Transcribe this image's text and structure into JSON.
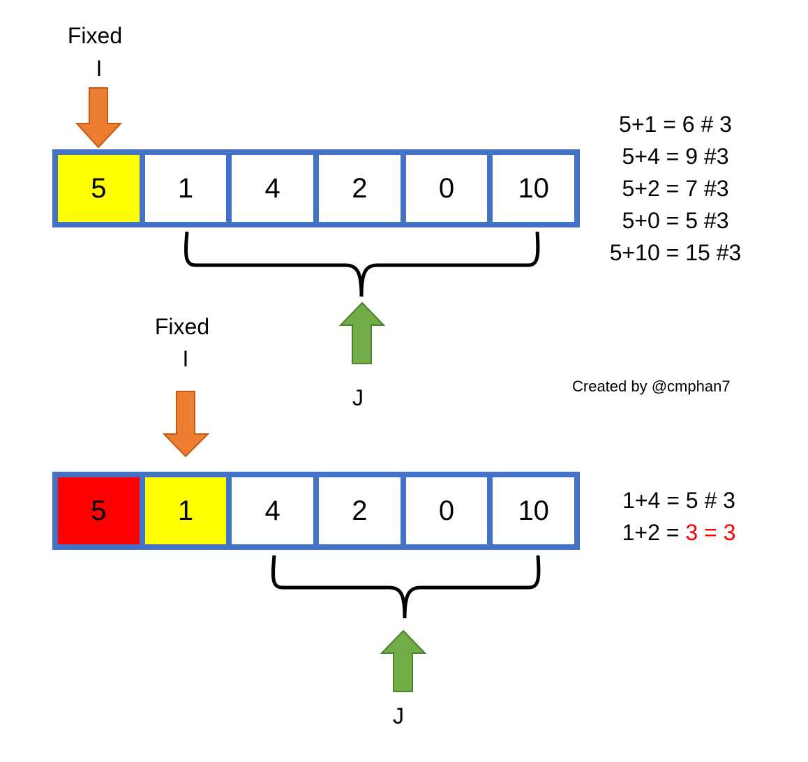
{
  "colors": {
    "array_border": "#4472C4",
    "pointer_i": "#ED7D31",
    "pointer_j": "#70AD47",
    "highlight_current": "#FFFF00",
    "highlight_done": "#FF0000",
    "match_text": "#FF0000"
  },
  "top": {
    "pointer_i": {
      "caption": "Fixed",
      "letter": "I"
    },
    "cells": [
      {
        "value": "5",
        "fill": "#FFFF00"
      },
      {
        "value": "1",
        "fill": "#FFFFFF"
      },
      {
        "value": "4",
        "fill": "#FFFFFF"
      },
      {
        "value": "2",
        "fill": "#FFFFFF"
      },
      {
        "value": "0",
        "fill": "#FFFFFF"
      },
      {
        "value": "10",
        "fill": "#FFFFFF"
      }
    ],
    "pointer_j": {
      "letter": "J"
    },
    "equations": [
      "5+1 = 6 # 3",
      "5+4 = 9 #3",
      "5+2 = 7 #3",
      "5+0 = 5 #3",
      "5+10 = 15 #3"
    ]
  },
  "credit": "Created by @cmphan7",
  "bottom": {
    "pointer_i": {
      "caption": "Fixed",
      "letter": "I"
    },
    "cells": [
      {
        "value": "5",
        "fill": "#FF0000"
      },
      {
        "value": "1",
        "fill": "#FFFF00"
      },
      {
        "value": "4",
        "fill": "#FFFFFF"
      },
      {
        "value": "2",
        "fill": "#FFFFFF"
      },
      {
        "value": "0",
        "fill": "#FFFFFF"
      },
      {
        "value": "10",
        "fill": "#FFFFFF"
      }
    ],
    "pointer_j": {
      "letter": "J"
    },
    "equations": [
      {
        "prefix": "1+4 = 5 # 3",
        "match": ""
      },
      {
        "prefix": "1+2 = ",
        "match": "3 = 3"
      }
    ]
  }
}
